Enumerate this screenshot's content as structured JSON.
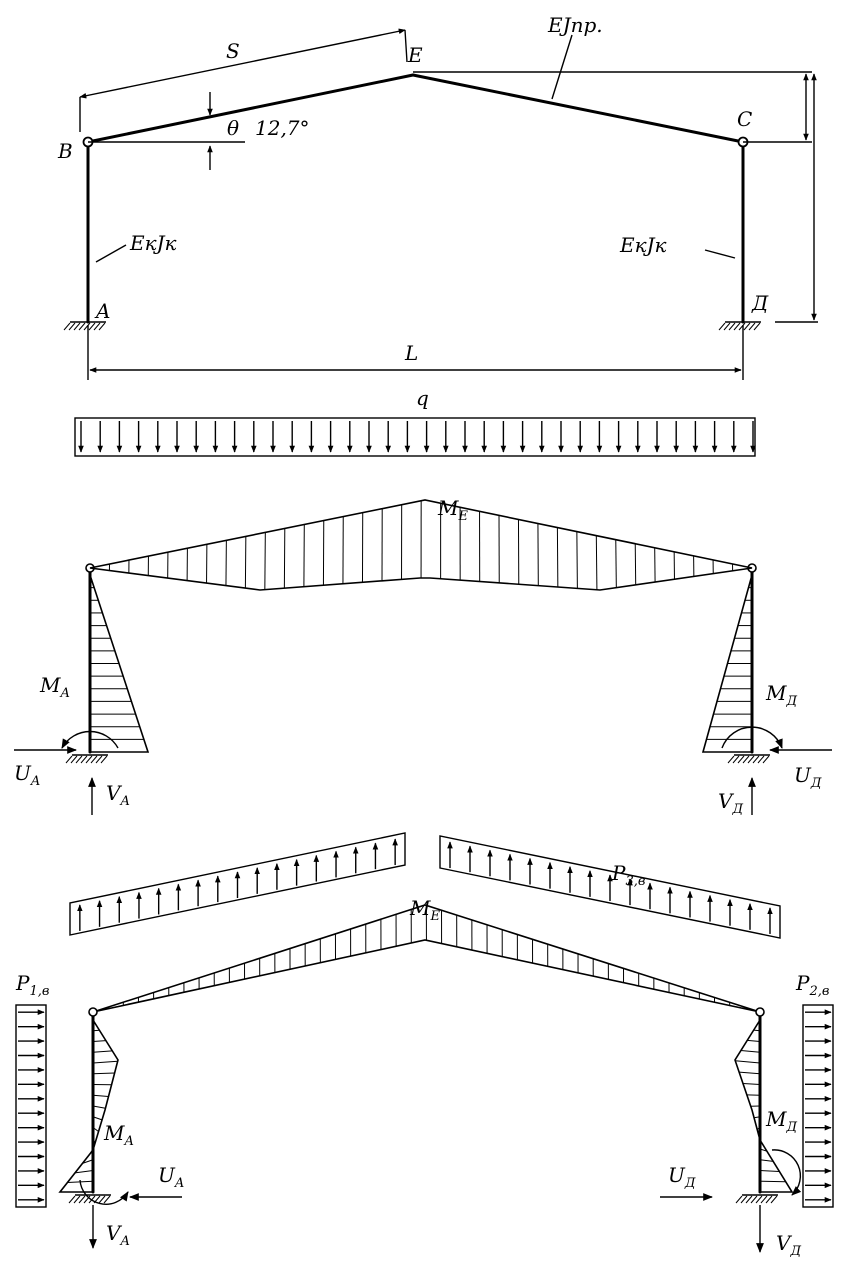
{
  "scheme": {
    "span": "L",
    "slope_length": "S",
    "angle_symbol": "θ",
    "angle_value": "12,7°",
    "rafter_stiffness": "EJпр.",
    "column_stiffness_left": "EкJк",
    "column_stiffness_right": "EкJк",
    "nodes": {
      "A": "A",
      "B": "B",
      "C": "C",
      "D": "Д",
      "E": "E"
    }
  },
  "gravity_case": {
    "load": "q",
    "moment_ridge": {
      "main": "M",
      "sub": "E"
    },
    "left": {
      "moment": {
        "main": "M",
        "sub": "A"
      },
      "horizontal": {
        "main": "U",
        "sub": "A"
      },
      "vertical": {
        "main": "V",
        "sub": "A"
      }
    },
    "right": {
      "moment": {
        "main": "M",
        "sub": "Д"
      },
      "horizontal": {
        "main": "U",
        "sub": "Д"
      },
      "vertical": {
        "main": "V",
        "sub": "Д"
      }
    }
  },
  "wind_case": {
    "roof_load": {
      "main": "P",
      "sub": "3,в"
    },
    "left_wall_load": {
      "main": "P",
      "sub": "1,в"
    },
    "right_wall_load": {
      "main": "P",
      "sub": "2,в"
    },
    "moment_ridge": {
      "main": "M",
      "sub": "E"
    },
    "left": {
      "moment": {
        "main": "M",
        "sub": "A"
      },
      "horizontal": {
        "main": "U",
        "sub": "A"
      },
      "vertical": {
        "main": "V",
        "sub": "A"
      }
    },
    "right": {
      "moment": {
        "main": "M",
        "sub": "Д"
      },
      "horizontal": {
        "main": "U",
        "sub": "Д"
      },
      "vertical": {
        "main": "V",
        "sub": "Д"
      }
    }
  }
}
